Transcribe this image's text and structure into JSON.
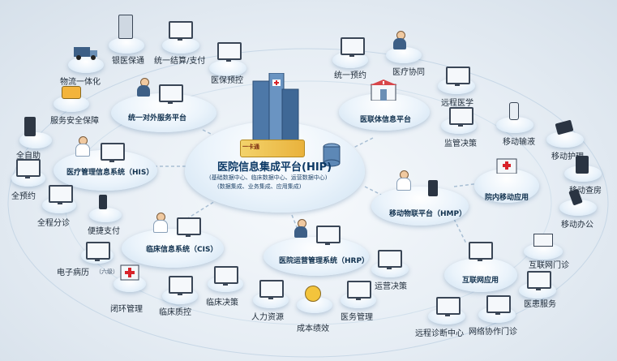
{
  "center": {
    "title": "医院信息集成平台(HIP)",
    "sub1": "(基础数据中心、临床数据中心、运营数据中心)",
    "sub2": "(数据集成、业务集成、应用集成)",
    "card": "一卡通"
  },
  "hubs": {
    "service": "统一对外服务平台",
    "his": "医疗管理信息系统（HIS）",
    "cis": "临床信息系统（CIS）",
    "hrp": "医院运营管理系统（HRP）",
    "alliance": "医联体信息平台",
    "hmp": "移动物联平台（HMP）",
    "mobile": "院内移动应用",
    "internet": "互联网应用"
  },
  "nodes": {
    "yinyibaotong": "银医保通",
    "tongyijiesuan": "统一结算/支付",
    "wuliu": "物流一体化",
    "yibaoyukong": "医保预控",
    "fuwuanquan": "服务安全保障",
    "quanzizhu": "全自助",
    "quanyuyue": "全预约",
    "quanchengfenzhen": "全程分诊",
    "bianjiezhifu": "便捷支付",
    "dianzibingli": "电子病历",
    "dianzibingli_sub": "（六级）",
    "bihuanguanli": "闭环管理",
    "linchuangzhikong": "临床质控",
    "linchuangjuece": "临床决策",
    "renliziyuan": "人力资源",
    "chengbenjixiao": "成本绩效",
    "yiwuguanli": "医务管理",
    "yunyingjuece": "运营决策",
    "tongyiyuyue": "统一预约",
    "yiliaoxietong": "医疗协同",
    "yuanchengyixue": "远程医学",
    "jiankongjuece": "监管决策",
    "yidongshuye": "移动输液",
    "yidonghuli": "移动护理",
    "yidongchafang": "移动查房",
    "yidongbangong": "移动办公",
    "hulianwangmenzhen": "互联网门诊",
    "yihuanfuwu": "医患服务",
    "yuanchengzhenduan": "远程诊断中心",
    "wangluoxiezuo": "网络协作门诊"
  },
  "colors": {
    "accent": "#1e5fa0",
    "cloud": "#eaf3fb"
  }
}
